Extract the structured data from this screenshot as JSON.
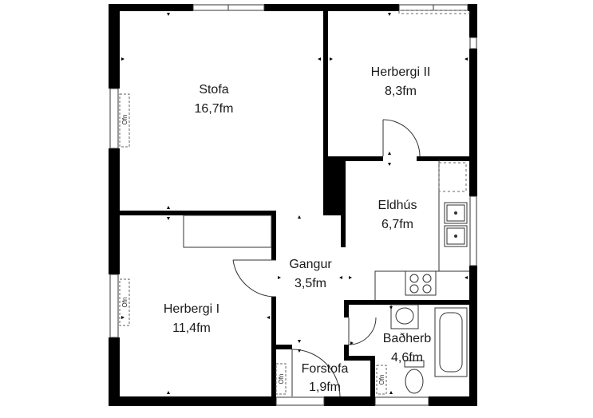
{
  "rooms": {
    "stofa": {
      "name": "Stofa",
      "area": "16,7fm"
    },
    "herbergi_ii": {
      "name": "Herbergi II",
      "area": "8,3fm"
    },
    "eldhus": {
      "name": "Eldhús",
      "area": "6,7fm"
    },
    "gangur": {
      "name": "Gangur",
      "area": "3,5fm"
    },
    "herbergi_i": {
      "name": "Herbergi I",
      "area": "11,4fm"
    },
    "badherb": {
      "name": "Baðherb",
      "area": "4,6fm"
    },
    "forstofa": {
      "name": "Forstofa",
      "area": "1,9fm"
    }
  },
  "radiator_label": "Ofn",
  "colors": {
    "wall": "#000000",
    "thin_line": "#333333",
    "dashed": "#666666",
    "background": "#ffffff"
  }
}
